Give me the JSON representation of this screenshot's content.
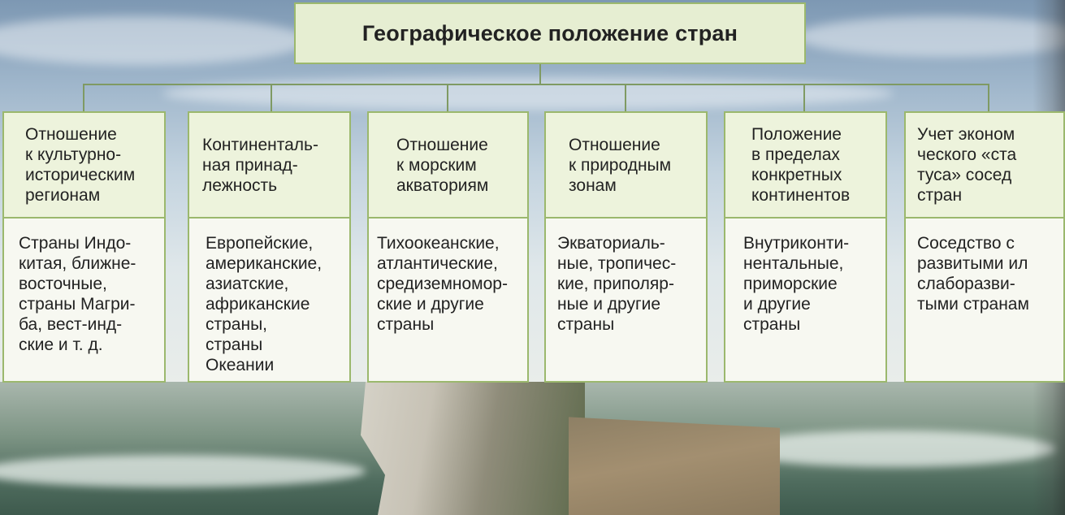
{
  "title": "Географическое положение стран",
  "columns": [
    {
      "heading": "Отношение\nк культурно-\nисторическим\nрегионам",
      "body": "Страны Индо-\nкитая, ближне-\nвосточные,\nстраны Магри-\nба, вест-инд-\nские и т. д."
    },
    {
      "heading": "Континенталь-\nная принад-\nлежность",
      "body": "Европейские,\nамериканские,\nазиатские,\nафриканские\nстраны,\nстраны\nОкеании"
    },
    {
      "heading": "Отношение\nк морским\nакваториям",
      "body": "Тихоокеанские,\nатлантические,\nсредиземномор-\nские и другие\nстраны"
    },
    {
      "heading": "Отношение\nк природным\nзонам",
      "body": "Экваториаль-\nные, тропичес-\nкие, приполяр-\nные и другие\nстраны"
    },
    {
      "heading": "Положение\nв пределах\nконкретных\nконтинентов",
      "body": "Внутриконти-\nнентальные,\nприморские\nи другие\nстраны"
    },
    {
      "heading": "Учет эконом\nческого «ста\nтуса» сосед\nстран",
      "body": "Соседство с\nразвитыми ил\nслаборазви-\nтыми странам"
    }
  ],
  "colors": {
    "box_border": "#9bb86d",
    "box_fill": "#edf3dc",
    "title_fill": "#e6eed2",
    "connector": "#7f9a63"
  }
}
